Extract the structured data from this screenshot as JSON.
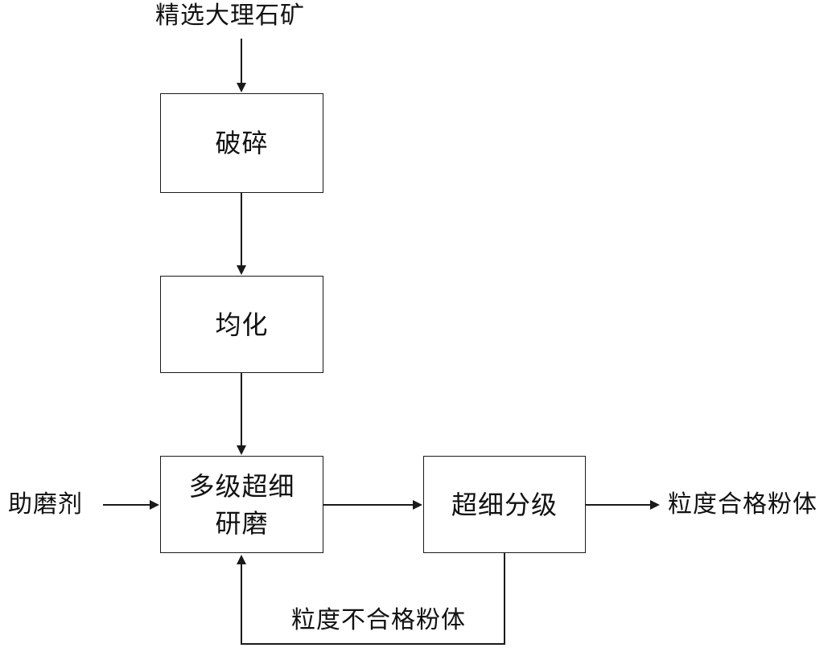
{
  "diagram": {
    "input_ore": "精选大理石矿",
    "step_crushing": "破碎",
    "step_homogenize": "均化",
    "step_grinding_line1": "多级超细",
    "step_grinding_line2": "研磨",
    "step_classify": "超细分级",
    "input_grinding_aid": "助磨剂",
    "output_qualified": "粒度合格粉体",
    "recycle_unqualified": "粒度不合格粉体",
    "line_color": "#1a1a1a"
  }
}
